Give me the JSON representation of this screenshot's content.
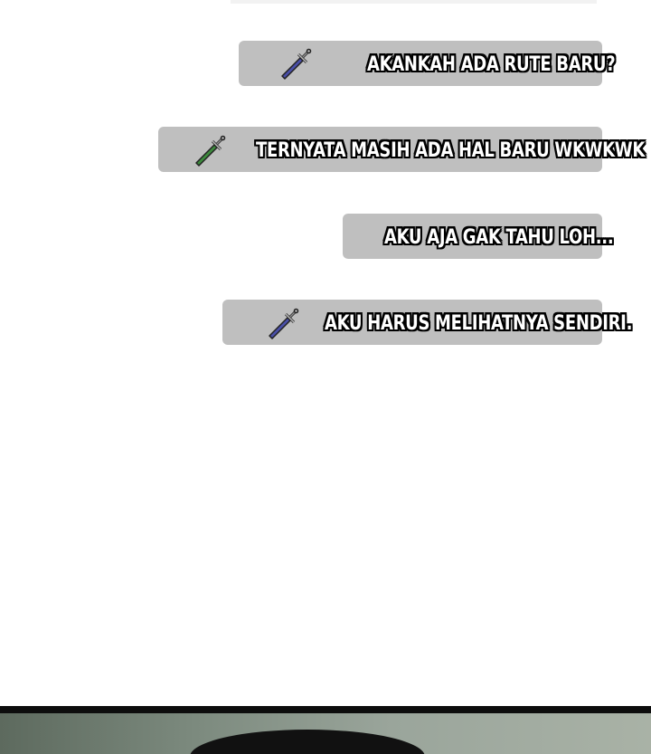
{
  "messages": [
    {
      "text": "AKANKAH ADA RUTE BARU?",
      "icon": "sword-icon",
      "icon_color": "#4a4fa8"
    },
    {
      "text": "TERNYATA MASIH ADA HAL BARU WKWKWK",
      "icon": "sword-icon",
      "icon_color": "#3d8a3d"
    },
    {
      "text": "AKU AJA GAK TAHU LOH...",
      "icon": null
    },
    {
      "text": "AKU HARUS MELIHATNYA SENDIRI.",
      "icon": "sword-icon",
      "icon_color": "#4a4fa8"
    }
  ],
  "colors": {
    "bubble": "#bfbfbf",
    "text_fill": "#ffffff",
    "text_outline": "#000000"
  }
}
